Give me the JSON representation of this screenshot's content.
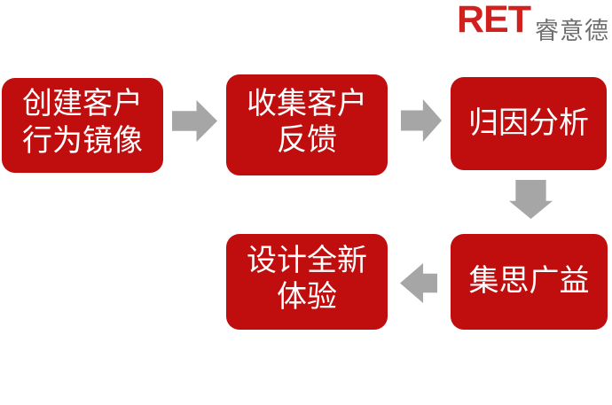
{
  "logo": {
    "brand": "RET",
    "brand_cn": "睿意德"
  },
  "colors": {
    "box_red": "#c00d0e",
    "logo_red": "#d0211f",
    "arrow_gray": "#a6a6a6",
    "logo_gray": "#6e6e6e",
    "box_text": "#ffffff"
  },
  "flow": {
    "steps": [
      {
        "label": "创建客户\n行为镜像"
      },
      {
        "label": "收集客户\n反馈"
      },
      {
        "label": "归因分析"
      },
      {
        "label": "集思广益"
      },
      {
        "label": "设计全新\n体验"
      }
    ],
    "arrow_directions": [
      "right",
      "right",
      "down",
      "left"
    ]
  }
}
